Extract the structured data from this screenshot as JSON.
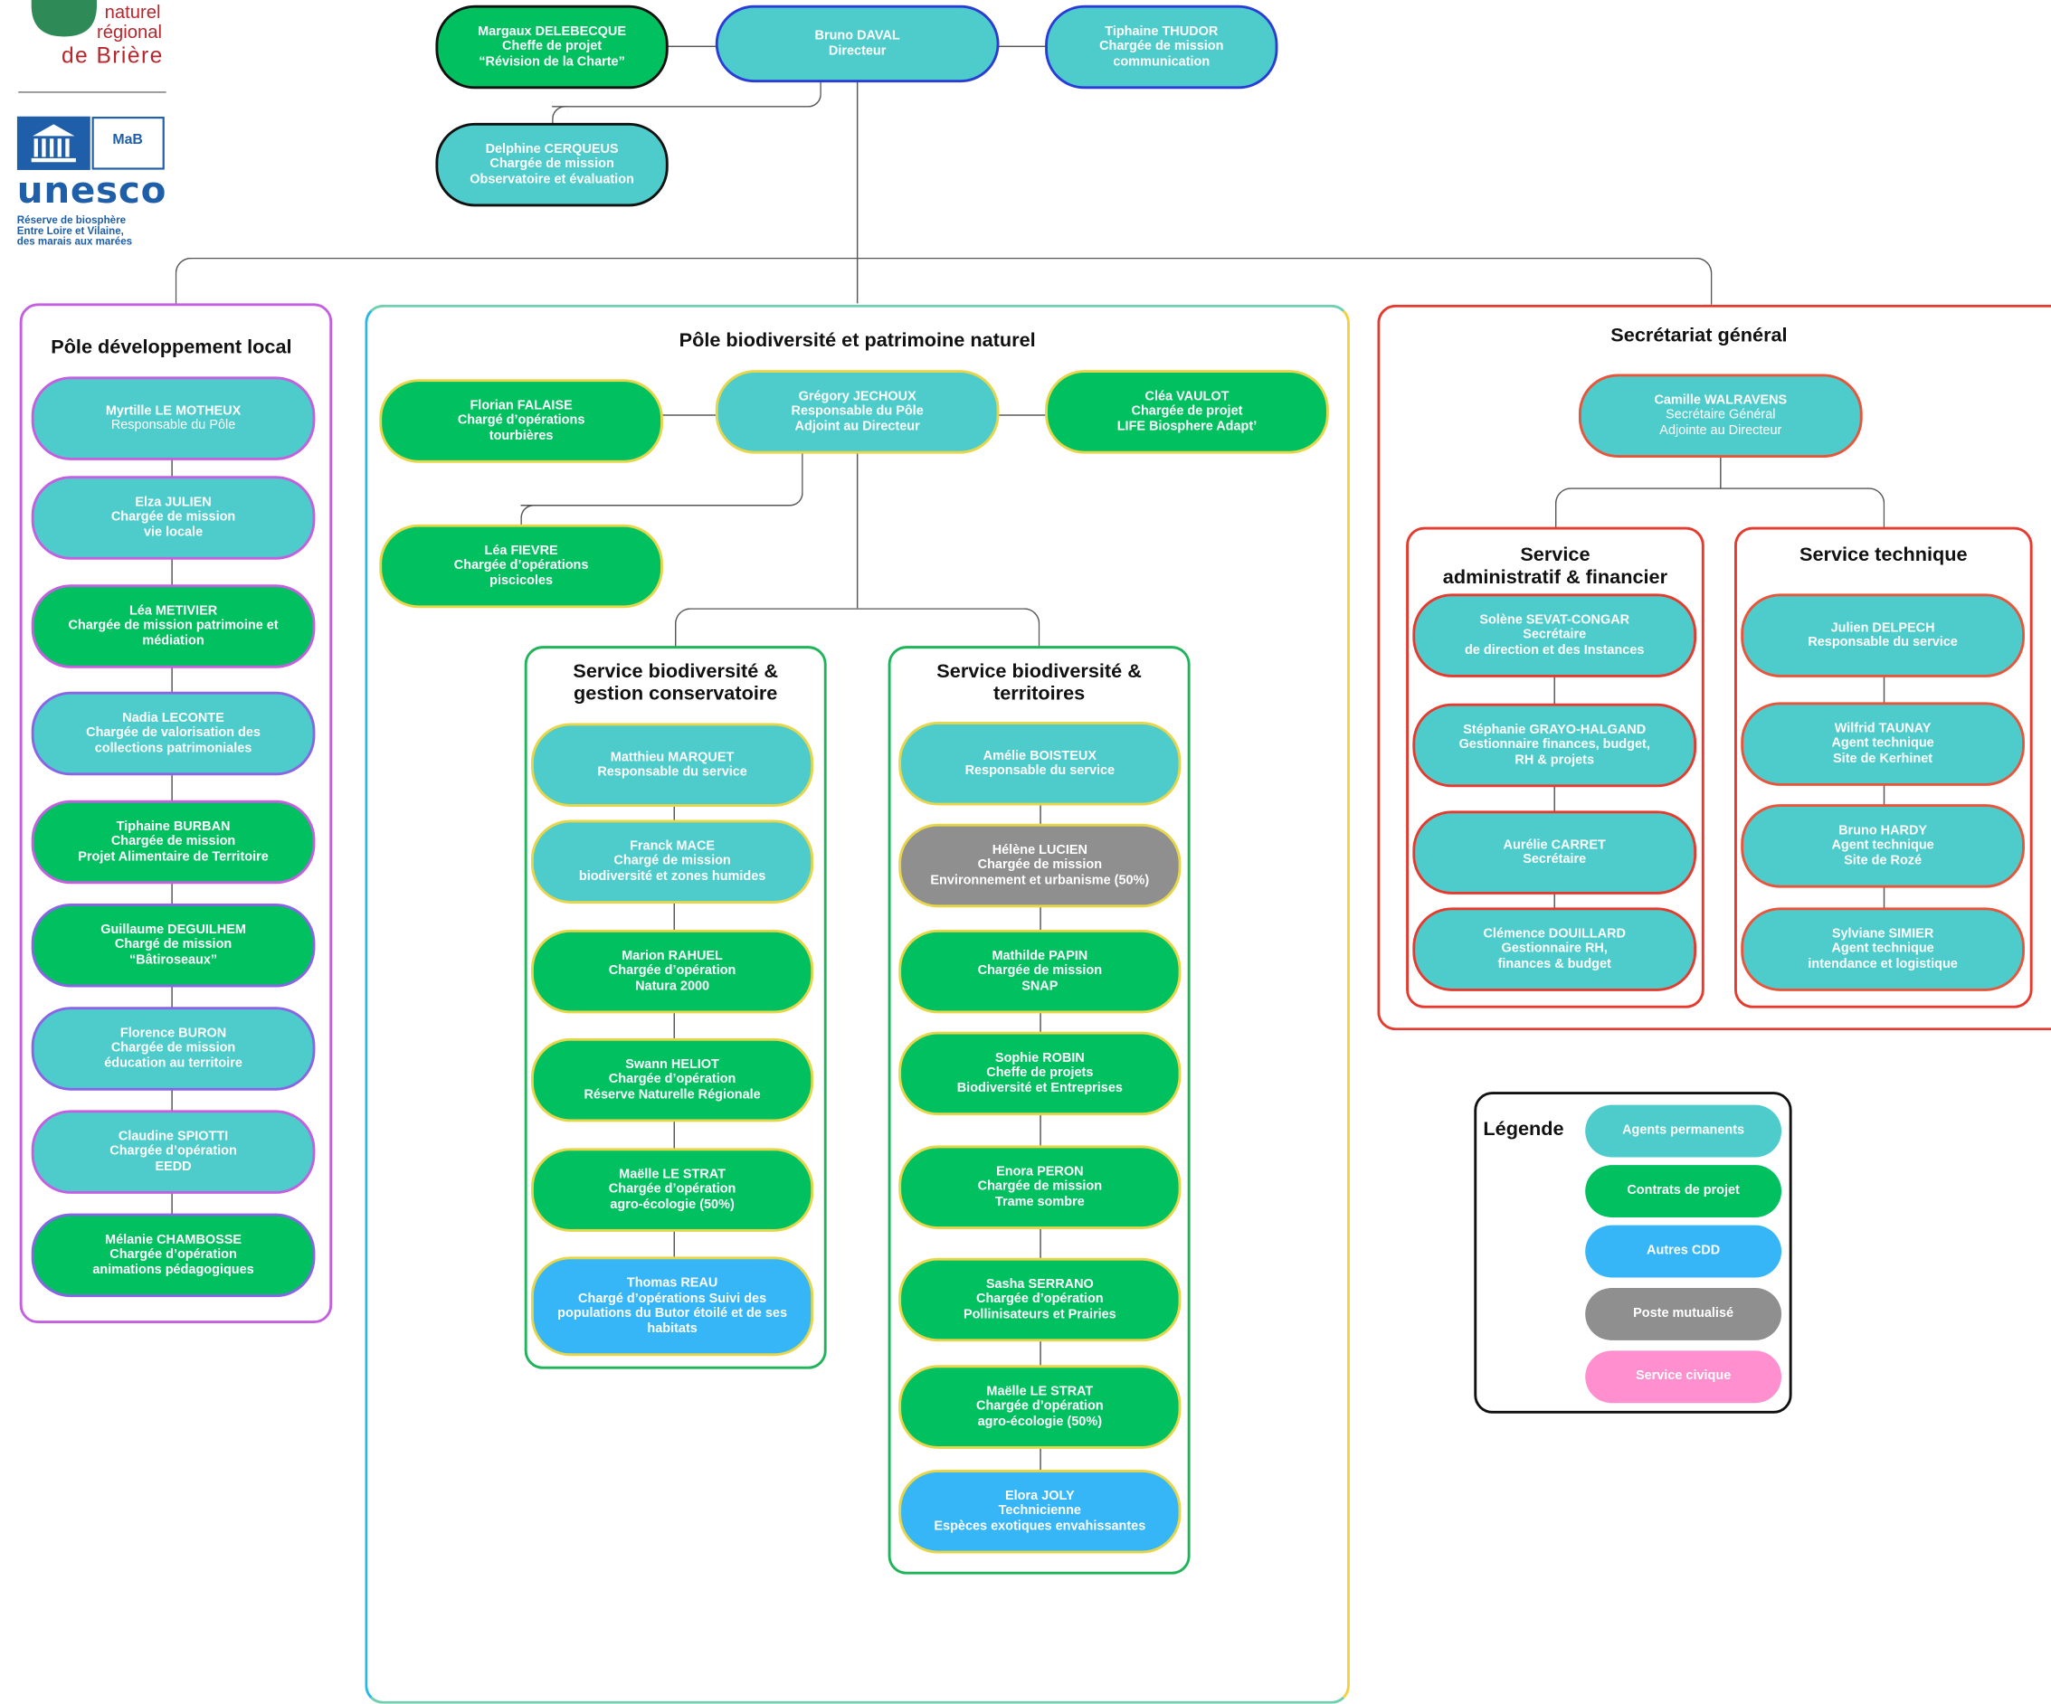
{
  "logo": {
    "park_line1": "naturel",
    "park_line2": "régional",
    "park_line3": "de Brière",
    "unesco_word": "unesco",
    "mab_text": "MaB",
    "unesco_sub1": "Réserve de biosphère",
    "unesco_sub2": "Entre Loire et Vilaine,",
    "unesco_sub3": "des marais aux marées"
  },
  "direction": {
    "director": {
      "name": "Bruno DAVAL",
      "role": [
        "Directeur"
      ]
    },
    "left": {
      "name": "Margaux DELEBECQUE",
      "role": [
        "Cheffe de projet",
        "“Révision de la Charte”"
      ]
    },
    "right": {
      "name": "Tiphaine THUDOR",
      "role": [
        "Chargée de mission",
        "communication"
      ]
    },
    "below": {
      "name": "Delphine CERQUEUS",
      "role": [
        "Chargée de mission",
        "Observatoire et évaluation"
      ]
    }
  },
  "pole_dev": {
    "title": "Pôle développement local",
    "members": [
      {
        "name": "Myrtille LE MOTHEUX",
        "role": [
          "Responsable du Pôle"
        ]
      },
      {
        "name": "Elza JULIEN",
        "role": [
          "Chargée de mission",
          "vie locale"
        ]
      },
      {
        "name": "Léa METIVIER",
        "role": [
          "Chargée de mission patrimoine et",
          "médiation"
        ]
      },
      {
        "name": "Nadia LECONTE",
        "role": [
          "Chargée de valorisation des",
          "collections patrimoniales"
        ]
      },
      {
        "name": "Tiphaine BURBAN",
        "role": [
          "Chargée de mission",
          "Projet Alimentaire de Territoire"
        ]
      },
      {
        "name": "Guillaume DEGUILHEM",
        "role": [
          "Chargé de mission",
          "“Bâtiroseaux”"
        ]
      },
      {
        "name": "Florence BURON",
        "role": [
          "Chargée de mission",
          "éducation au territoire"
        ]
      },
      {
        "name": "Claudine SPIOTTI",
        "role": [
          "Chargée d’opération",
          "EEDD"
        ]
      },
      {
        "name": "Mélanie CHAMBOSSE",
        "role": [
          "Chargée d’opération",
          "animations pédagogiques"
        ]
      }
    ]
  },
  "pole_bio": {
    "title": "Pôle biodiversité et patrimoine naturel",
    "head": {
      "name": "Grégory JECHOUX",
      "role": [
        "Responsable du Pôle",
        "Adjoint au Directeur"
      ]
    },
    "left": {
      "name": "Florian FALAISE",
      "role": [
        "Chargé d’opérations",
        "tourbières"
      ]
    },
    "right": {
      "name": "Cléa VAULOT",
      "role": [
        "Chargée de projet",
        "LIFE Biosphere Adapt’"
      ]
    },
    "below": {
      "name": "Léa FIEVRE",
      "role": [
        "Chargée d’opérations",
        "piscicoles"
      ]
    },
    "service1": {
      "title": [
        "Service biodiversité &",
        "gestion conservatoire"
      ],
      "members": [
        {
          "name": "Matthieu MARQUET",
          "role": [
            "Responsable du service"
          ]
        },
        {
          "name": "Franck MACE",
          "role": [
            "Chargé de mission",
            "biodiversité et zones humides"
          ]
        },
        {
          "name": "Marion RAHUEL",
          "role": [
            "Chargée d’opération",
            "Natura 2000"
          ]
        },
        {
          "name": "Swann HELIOT",
          "role": [
            "Chargée d’opération",
            "Réserve Naturelle Régionale"
          ]
        },
        {
          "name": "Maëlle LE STRAT",
          "role": [
            "Chargée d’opération",
            "agro-écologie (50%)"
          ]
        },
        {
          "name": "Thomas REAU",
          "role": [
            "Chargé d’opérations Suivi des",
            "populations du Butor étoilé et de ses",
            "habitats"
          ]
        }
      ]
    },
    "service2": {
      "title": [
        "Service biodiversité &",
        "territoires"
      ],
      "members": [
        {
          "name": "Amélie BOISTEUX",
          "role": [
            "Responsable du service"
          ]
        },
        {
          "name": "Hélène LUCIEN",
          "role": [
            "Chargée de mission",
            "Environnement et urbanisme (50%)"
          ]
        },
        {
          "name": "Mathilde PAPIN",
          "role": [
            "Chargée de mission",
            "SNAP"
          ]
        },
        {
          "name": "Sophie ROBIN",
          "role": [
            "Cheffe de projets",
            "Biodiversité et Entreprises"
          ]
        },
        {
          "name": "Enora PERON",
          "role": [
            "Chargée de mission",
            "Trame sombre"
          ]
        },
        {
          "name": "Sasha SERRANO",
          "role": [
            "Chargée d’opération",
            "Pollinisateurs et Prairies"
          ]
        },
        {
          "name": "Maëlle LE STRAT",
          "role": [
            "Chargée d’opération",
            "agro-écologie (50%)"
          ]
        },
        {
          "name": "Elora JOLY",
          "role": [
            "Technicienne",
            "Espèces exotiques envahissantes"
          ]
        }
      ]
    }
  },
  "secretariat": {
    "title": "Secrétariat général",
    "head": {
      "name": "Camille WALRAVENS",
      "role": [
        "Secrétaire Général",
        "Adjointe au Directeur"
      ]
    },
    "admin": {
      "title": [
        "Service",
        "administratif & financier"
      ],
      "members": [
        {
          "name": "Solène SEVAT-CONGAR",
          "role": [
            "Secrétaire",
            "de direction et des Instances"
          ]
        },
        {
          "name": "Stéphanie GRAYO-HALGAND",
          "role": [
            "Gestionnaire finances, budget,",
            "RH & projets"
          ]
        },
        {
          "name": "Aurélie CARRET",
          "role": [
            "Secrétaire"
          ]
        },
        {
          "name": "Clémence DOUILLARD",
          "role": [
            "Gestionnaire RH,",
            "finances & budget"
          ]
        }
      ]
    },
    "tech": {
      "title": [
        "Service technique"
      ],
      "members": [
        {
          "name": "Julien DELPECH",
          "role": [
            "Responsable du service"
          ]
        },
        {
          "name": "Wilfrid TAUNAY",
          "role": [
            "Agent technique",
            "Site de Kerhinet"
          ]
        },
        {
          "name": "Bruno HARDY",
          "role": [
            "Agent technique",
            "Site de Rozé"
          ]
        },
        {
          "name": "Sylviane SIMIER",
          "role": [
            "Agent technique",
            "intendance et logistique"
          ]
        }
      ]
    }
  },
  "legend": {
    "title": "Légende",
    "items": [
      {
        "label": "Agents permanents",
        "color": "#4ecccc"
      },
      {
        "label": "Contrats de projet",
        "color": "#00c060"
      },
      {
        "label": "Autres CDD",
        "color": "#36b6f7"
      },
      {
        "label": "Poste mutualisé",
        "color": "#8f8f8f"
      },
      {
        "label": "Service civique",
        "color": "#ff8fcf"
      }
    ]
  },
  "colors": {
    "teal": "#4ecccc",
    "green": "#00c060",
    "blue": "#36b6f7",
    "grey": "#8f8f8f",
    "pink": "#ff8fcf",
    "park_red": "#b5262d",
    "park_green": "#2e8b57",
    "unesco_blue": "#1f5ea8"
  }
}
